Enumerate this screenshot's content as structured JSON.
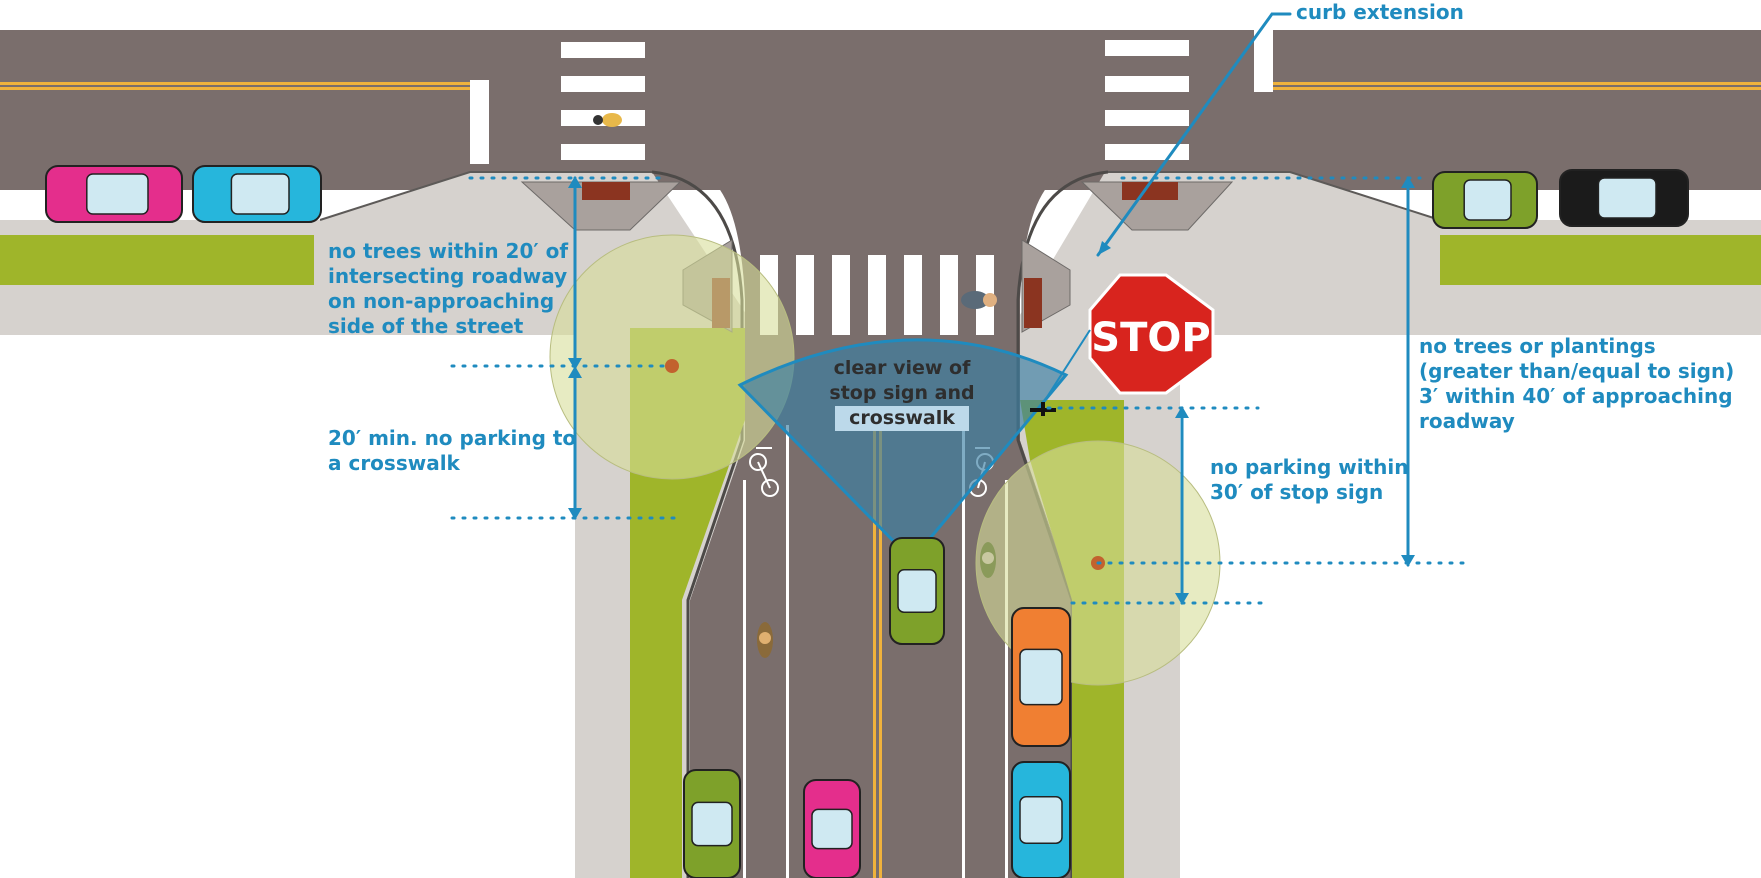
{
  "diagram": {
    "labels": {
      "curb_extension": "curb extension",
      "no_trees_line1": "no trees within 20′ of",
      "no_trees_line2": "intersecting roadway",
      "no_trees_line3": "on non-approaching",
      "no_trees_line4": "side of the street",
      "no_parking_crosswalk_line1": "20′ min.  no parking to",
      "no_parking_crosswalk_line2": "a crosswalk",
      "clear_view_line1": "clear view of",
      "clear_view_line2": "stop sign and",
      "clear_view_line3": "crosswalk",
      "no_parking_stop_line1": "no parking within",
      "no_parking_stop_line2": "30′ of stop sign",
      "no_trees_sign_line1": "no trees or plantings",
      "no_trees_sign_line2": "(greater than/equal to sign)",
      "no_trees_sign_line3": "3′ within 40′ of approaching",
      "no_trees_sign_line4": "roadway"
    },
    "stop_sign_text": "STOP",
    "colors": {
      "asphalt": "#7a6e6c",
      "sidewalk": "#d6d2ce",
      "planting": "#9fb52a",
      "annotation": "#1f8bbf",
      "stop_red": "#d8241e",
      "clear_view": "#3b7fa5",
      "tree_canopy": "#d7dd9a",
      "centerline": "#f0b23c"
    },
    "vehicles": [
      {
        "type": "car",
        "color": "#e42e8c"
      },
      {
        "type": "car",
        "color": "#26b6dc"
      },
      {
        "type": "car",
        "color": "#7ea12a"
      },
      {
        "type": "car",
        "color": "#1b1b1b"
      },
      {
        "type": "car",
        "color": "#7ea12a"
      },
      {
        "type": "van",
        "color": "#f07f32"
      },
      {
        "type": "car",
        "color": "#26b6dc"
      },
      {
        "type": "car",
        "color": "#7ea12a"
      },
      {
        "type": "car",
        "color": "#e42e8c"
      }
    ]
  }
}
